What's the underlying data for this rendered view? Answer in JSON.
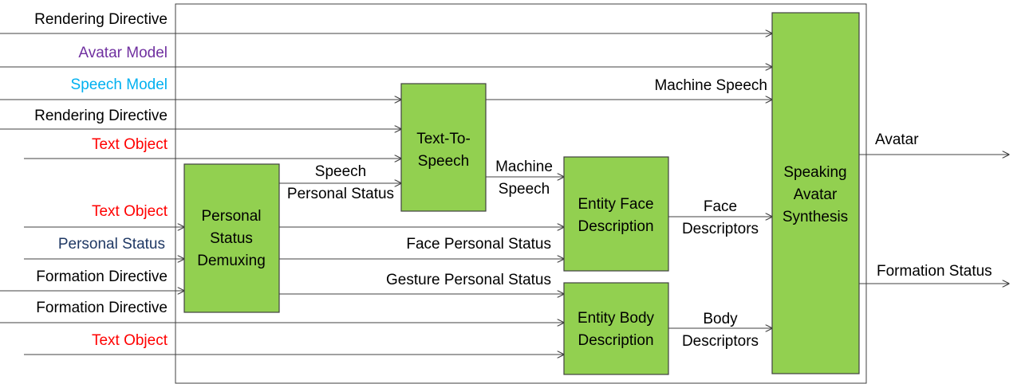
{
  "colors": {
    "block_fill": "#92d050",
    "purple": "#7030a0",
    "cyan": "#00b0f0",
    "red": "#ff0000",
    "navy": "#1f3864",
    "black": "#000000"
  },
  "inputs": [
    {
      "label": "Rendering Directive",
      "color": "black"
    },
    {
      "label": "Avatar Model",
      "color": "purple"
    },
    {
      "label": "Speech Model",
      "color": "cyan"
    },
    {
      "label": "Rendering Directive",
      "color": "black"
    },
    {
      "label": "Text Object",
      "color": "red"
    },
    {
      "label": "Text Object",
      "color": "red"
    },
    {
      "label": "Personal Status",
      "color": "navy"
    },
    {
      "label": "Formation Directive",
      "color": "black"
    },
    {
      "label": "Formation Directive",
      "color": "black"
    },
    {
      "label": "Text Object",
      "color": "red"
    }
  ],
  "blocks": {
    "personal_status_demuxing": [
      "Personal",
      "Status",
      "Demuxing"
    ],
    "text_to_speech": [
      "Text-To-",
      "Speech"
    ],
    "entity_face_description": [
      "Entity Face",
      "Description"
    ],
    "entity_body_description": [
      "Entity Body",
      "Description"
    ],
    "speaking_avatar_synthesis": [
      "Speaking",
      "Avatar",
      "Synthesis"
    ]
  },
  "edges": {
    "speech_personal_status": [
      "Speech",
      "Personal Status"
    ],
    "machine_speech_to_face": [
      "Machine",
      "Speech"
    ],
    "machine_speech_to_synthesis": "Machine Speech",
    "face_personal_status": "Face Personal Status",
    "gesture_personal_status": "Gesture Personal Status",
    "face_descriptors": [
      "Face",
      "Descriptors"
    ],
    "body_descriptors": [
      "Body",
      "Descriptors"
    ]
  },
  "outputs": [
    "Avatar",
    "Formation Status"
  ]
}
